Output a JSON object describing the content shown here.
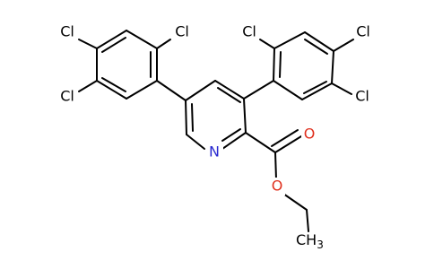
{
  "colors": {
    "bond": "#000000",
    "chlorine": "#000000",
    "oxygen": "#e0301e",
    "nitrogen": "#2a2ad0",
    "background": "#ffffff"
  },
  "atoms": {
    "cl_1": "Cl",
    "cl_2": "Cl",
    "cl_3": "Cl",
    "cl_4": "Cl",
    "cl_5": "Cl",
    "cl_6": "Cl",
    "oxygen_carbonyl": "O",
    "oxygen_ester": "O",
    "nitrogen": "N",
    "methyl_c": "CH",
    "methyl_sub": "3"
  }
}
